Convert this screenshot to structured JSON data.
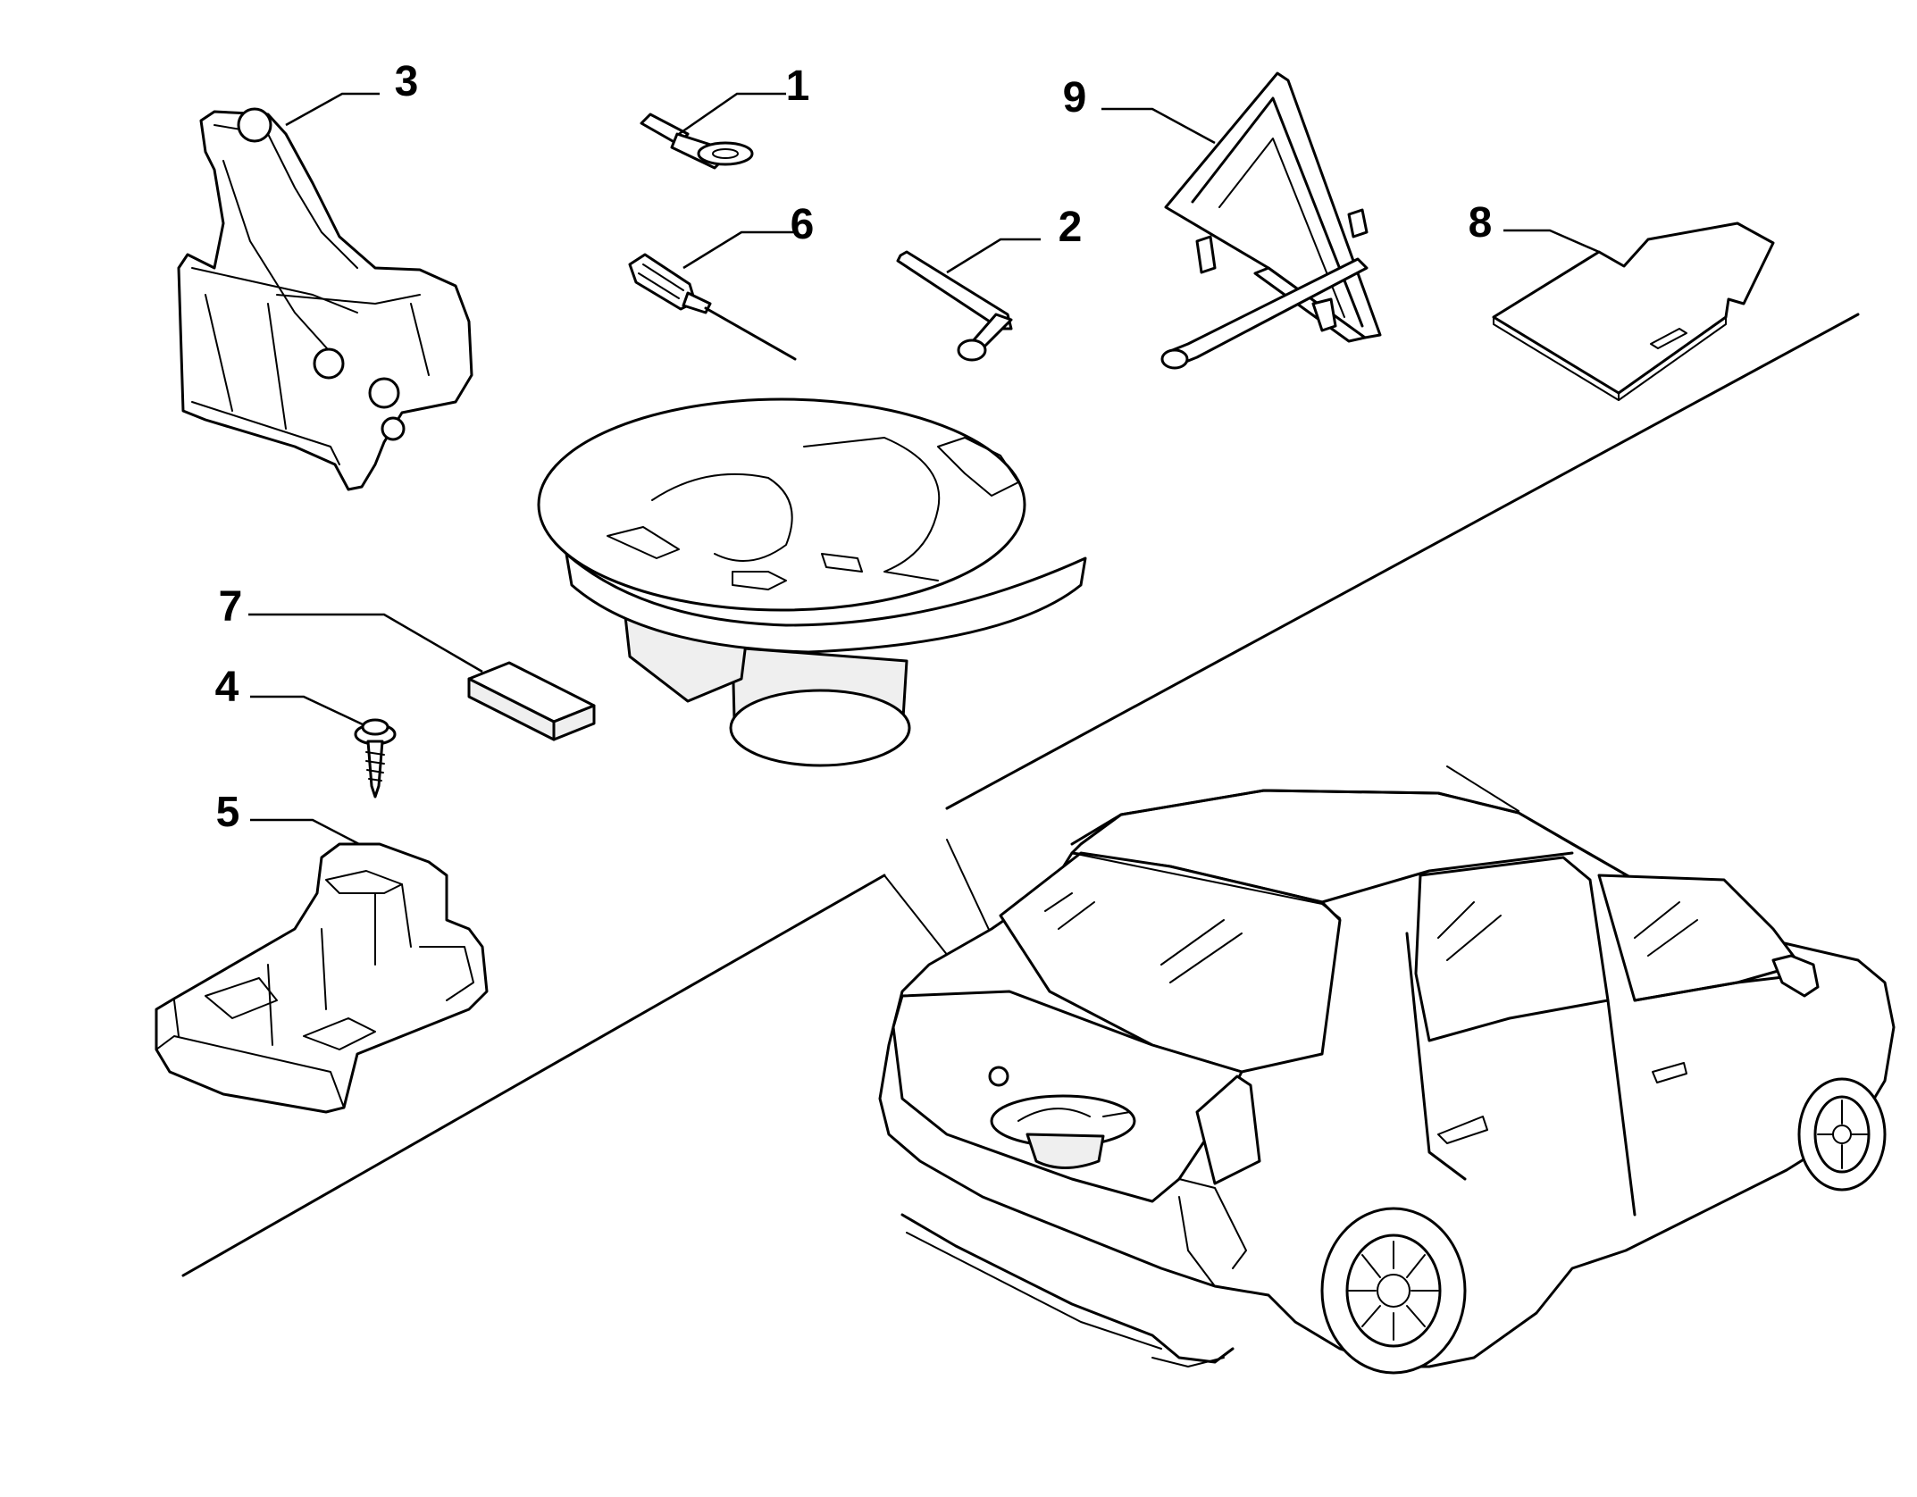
{
  "callouts": [
    {
      "label": "1",
      "part": "wheel-bolt-tow-eye"
    },
    {
      "label": "2",
      "part": "wheel-wrench"
    },
    {
      "label": "3",
      "part": "car-jack"
    },
    {
      "label": "4",
      "part": "screw"
    },
    {
      "label": "5",
      "part": "tool-tray"
    },
    {
      "label": "6",
      "part": "screwdriver"
    },
    {
      "label": "7",
      "part": "pad"
    },
    {
      "label": "8",
      "part": "instruction-pouch"
    },
    {
      "label": "9",
      "part": "warning-triangle"
    }
  ]
}
